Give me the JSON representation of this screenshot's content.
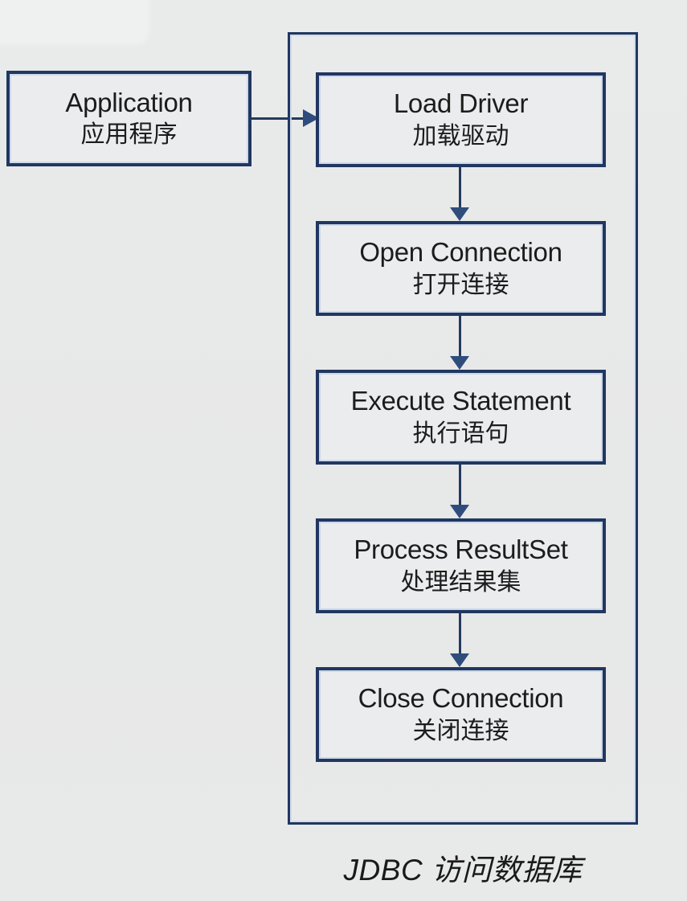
{
  "diagram": {
    "application": {
      "en": "Application",
      "zh": "应用程序"
    },
    "steps": [
      {
        "en": "Load Driver",
        "zh": "加载驱动"
      },
      {
        "en": "Open Connection",
        "zh": "打开连接"
      },
      {
        "en": "Execute Statement",
        "zh": "执行语句"
      },
      {
        "en": "Process ResultSet",
        "zh": "处理结果集"
      },
      {
        "en": "Close Connection",
        "zh": "关闭连接"
      }
    ],
    "caption": "JDBC 访问数据库",
    "colors": {
      "border_navy": "#203760",
      "inner_highlight": "#ccd8eb",
      "box_fill": "#ebeced",
      "background": "#e8e9e9",
      "arrow_line": "#24395e",
      "arrow_head": "#2f4d7c",
      "text": "#1c1c1c"
    }
  }
}
